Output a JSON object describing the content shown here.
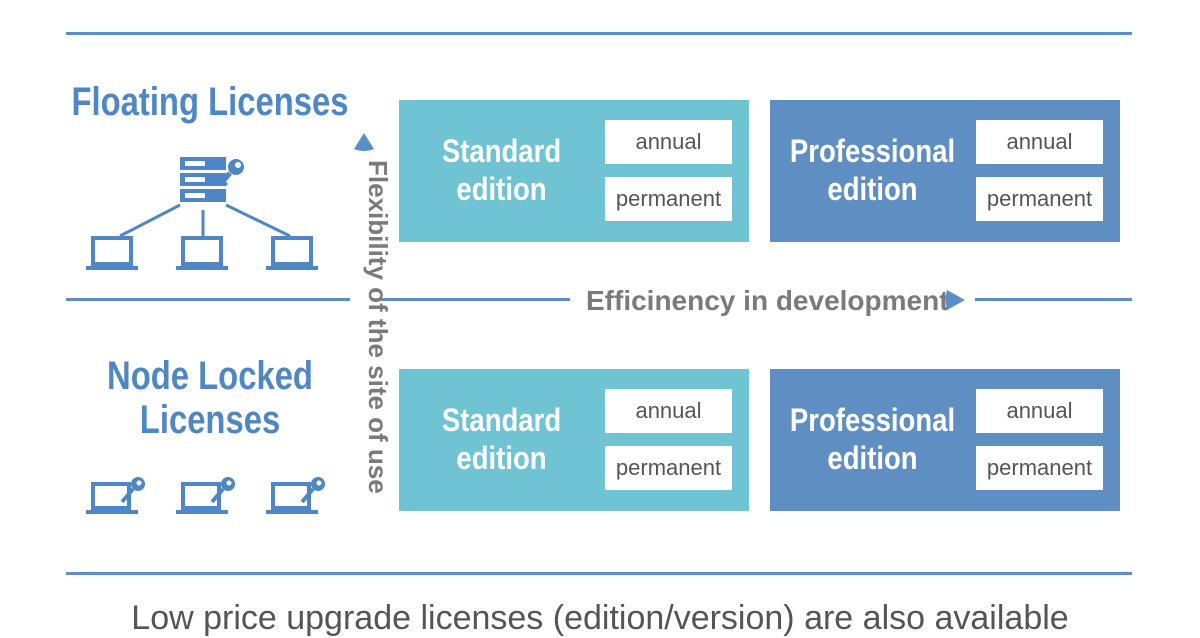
{
  "floating": {
    "title": "Floating Licenses",
    "standard": {
      "title_line1": "Standard",
      "title_line2": "edition",
      "opt1": "annual",
      "opt2": "permanent"
    },
    "professional": {
      "title_line1": "Professional",
      "title_line2": "edition",
      "opt1": "annual",
      "opt2": "permanent"
    }
  },
  "node_locked": {
    "title_line1": "Node Locked",
    "title_line2": "Licenses",
    "standard": {
      "title_line1": "Standard",
      "title_line2": "edition",
      "opt1": "annual",
      "opt2": "permanent"
    },
    "professional": {
      "title_line1": "Professional",
      "title_line2": "edition",
      "opt1": "annual",
      "opt2": "permanent"
    }
  },
  "axes": {
    "vertical_label": "Flexibility of the site of use",
    "horizontal_label": "Efficinency in development"
  },
  "footer_text": "Low price upgrade licenses (edition/version) are also available",
  "colors": {
    "title_blue": "#4f86c6",
    "standard_panel": "#6fc3d3",
    "professional_panel": "#5f8ec2",
    "axis_gray": "#7a7a7a",
    "line_blue": "#5b8ec9"
  },
  "icons": [
    "server-key-icon",
    "laptop-icon",
    "laptop-key-icon",
    "arrow-up-icon",
    "arrow-right-icon"
  ]
}
